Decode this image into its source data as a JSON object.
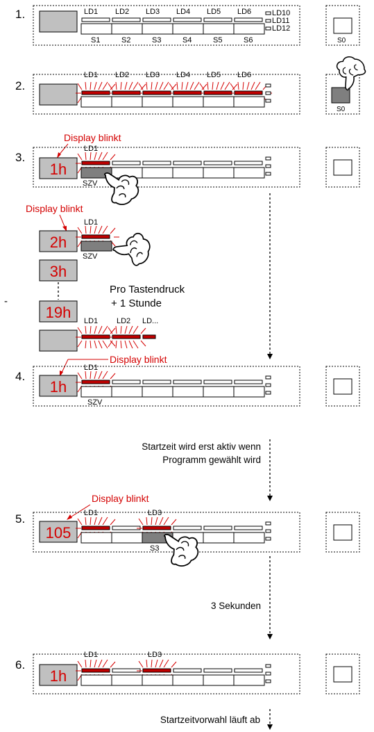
{
  "colors": {
    "accent": "#d40000",
    "display_bg": "#c0c0c0",
    "pressed_key": "#7f7f7f",
    "led_on": "#c00000"
  },
  "icons": {
    "hand": "pointing-hand-icon",
    "arrow": "dashed-down-arrow-icon"
  },
  "steps": {
    "s1": {
      "num": "1.",
      "labels": {
        "ld1": "LD1",
        "ld2": "LD2",
        "ld3": "LD3",
        "ld4": "LD4",
        "ld5": "LD5",
        "ld6": "LD6",
        "ld10": "LD10",
        "ld11": "LD11",
        "ld12": "LD12",
        "s1": "S1",
        "s2": "S2",
        "s3": "S3",
        "s4": "S4",
        "s5": "S5",
        "s6": "S6",
        "s0": "S0"
      }
    },
    "s2": {
      "num": "2.",
      "labels": {
        "ld1": "LD1",
        "ld2": "LD2",
        "ld3": "LD3",
        "ld4": "LD4",
        "ld5": "LD5",
        "ld6": "LD6",
        "s0": "S0"
      }
    },
    "s3": {
      "num": "3.",
      "display": "1h",
      "blink_label": "Display blinkt",
      "ld1": "LD1",
      "key": "SZV"
    },
    "s3b": {
      "blink_label": "Display blinkt",
      "ld1": "LD1",
      "display_2h": "2h",
      "key": "SZV",
      "display_3h": "3h",
      "display_19h": "19h",
      "hint_line1": "Pro Tastendruck",
      "hint_line2": "+ 1 Stunde",
      "dash": "-",
      "ld1b": "LD1",
      "ld2b": "LD2",
      "ldx": "LD..."
    },
    "s4": {
      "num": "4.",
      "display": "1h",
      "blink_label": "Display blinkt",
      "ld1": "LD1",
      "key": "SZV"
    },
    "note_4_5": {
      "line1": "Startzeit wird erst aktiv wenn",
      "line2": "Programm gewählt wird"
    },
    "s5": {
      "num": "5.",
      "display": "105",
      "blink_label": "Display blinkt",
      "ld1": "LD1",
      "ld3": "LD3",
      "key": "S3"
    },
    "note_5_6": {
      "text": "3 Sekunden"
    },
    "s6": {
      "num": "6.",
      "display": "1h",
      "ld1": "LD1",
      "ld3": "LD3"
    },
    "footer": {
      "text": "Startzeitvorwahl läuft ab"
    }
  }
}
